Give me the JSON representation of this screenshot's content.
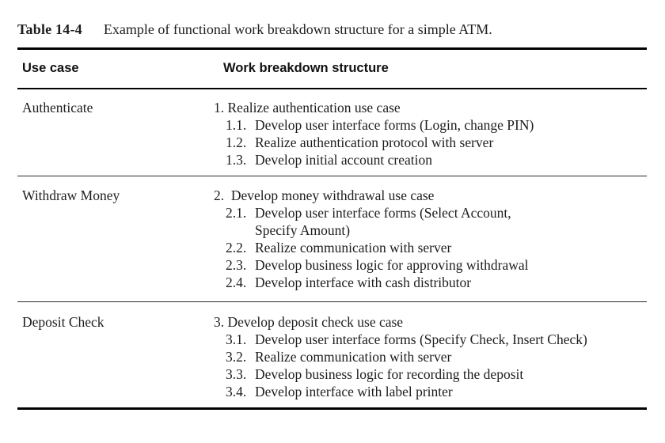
{
  "colors": {
    "background": "#ffffff",
    "text": "#1d1d1d",
    "rule": "#000000"
  },
  "table": {
    "label": "Table 14-4",
    "caption": "Example of functional work breakdown structure for a simple ATM.",
    "columns": [
      "Use case",
      "Work breakdown structure"
    ],
    "rows": [
      {
        "use_case": "Authenticate",
        "main": "1. Realize authentication use case",
        "items": [
          {
            "num": "1.1.",
            "text": "Develop user interface forms (Login, change PIN)"
          },
          {
            "num": "1.2.",
            "text": "Realize authentication protocol with server"
          },
          {
            "num": "1.3.",
            "text": "Develop initial account creation"
          }
        ]
      },
      {
        "use_case": "Withdraw Money",
        "main": "2.  Develop money withdrawal use case",
        "items": [
          {
            "num": "2.1.",
            "text": "Develop user interface forms (Select Account,\nSpecify Amount)"
          },
          {
            "num": "2.2.",
            "text": "Realize communication with server"
          },
          {
            "num": "2.3.",
            "text": "Develop business logic for approving withdrawal"
          },
          {
            "num": "2.4.",
            "text": "Develop interface with cash distributor"
          }
        ]
      },
      {
        "use_case": "Deposit Check",
        "main": "3. Develop deposit check use case",
        "items": [
          {
            "num": "3.1.",
            "text": "Develop user interface forms (Specify Check, Insert Check)"
          },
          {
            "num": "3.2.",
            "text": "Realize communication with server"
          },
          {
            "num": "3.3.",
            "text": "Develop business logic for recording the deposit"
          },
          {
            "num": "3.4.",
            "text": "Develop interface with label printer"
          }
        ]
      }
    ]
  }
}
